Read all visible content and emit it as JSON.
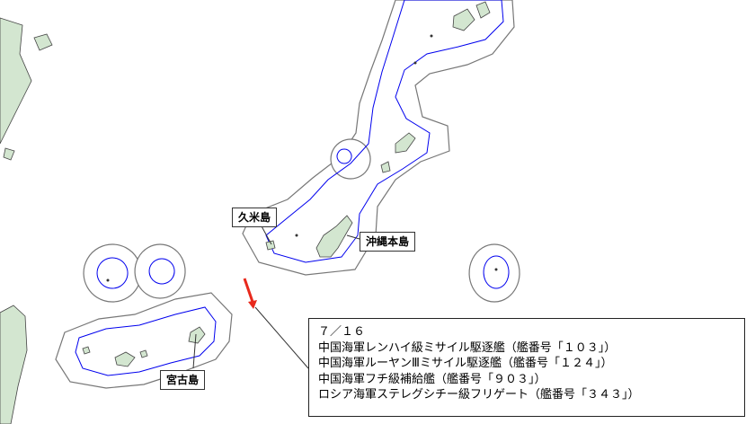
{
  "labels": {
    "kume": "久米島",
    "okinawa": "沖縄本島",
    "miyako": "宮古島"
  },
  "info": {
    "date": "７／１６",
    "lines": [
      "中国海軍レンハイ級ミサイル駆逐艦（艦番号「１０３」）",
      "中国海軍ルーヤンⅢミサイル駆逐艦（艦番号「１２４」）",
      "中国海軍フチ級補給艦（艦番号「９０３」）",
      "ロシア海軍ステレグシチー級フリゲート（艦番号「３４３」）"
    ]
  },
  "colors": {
    "land": "#d3e6d0",
    "coast": "#444444",
    "territorial_line": "#0000ee",
    "eez_outline": "#777777",
    "arrow": "#e8291c"
  }
}
